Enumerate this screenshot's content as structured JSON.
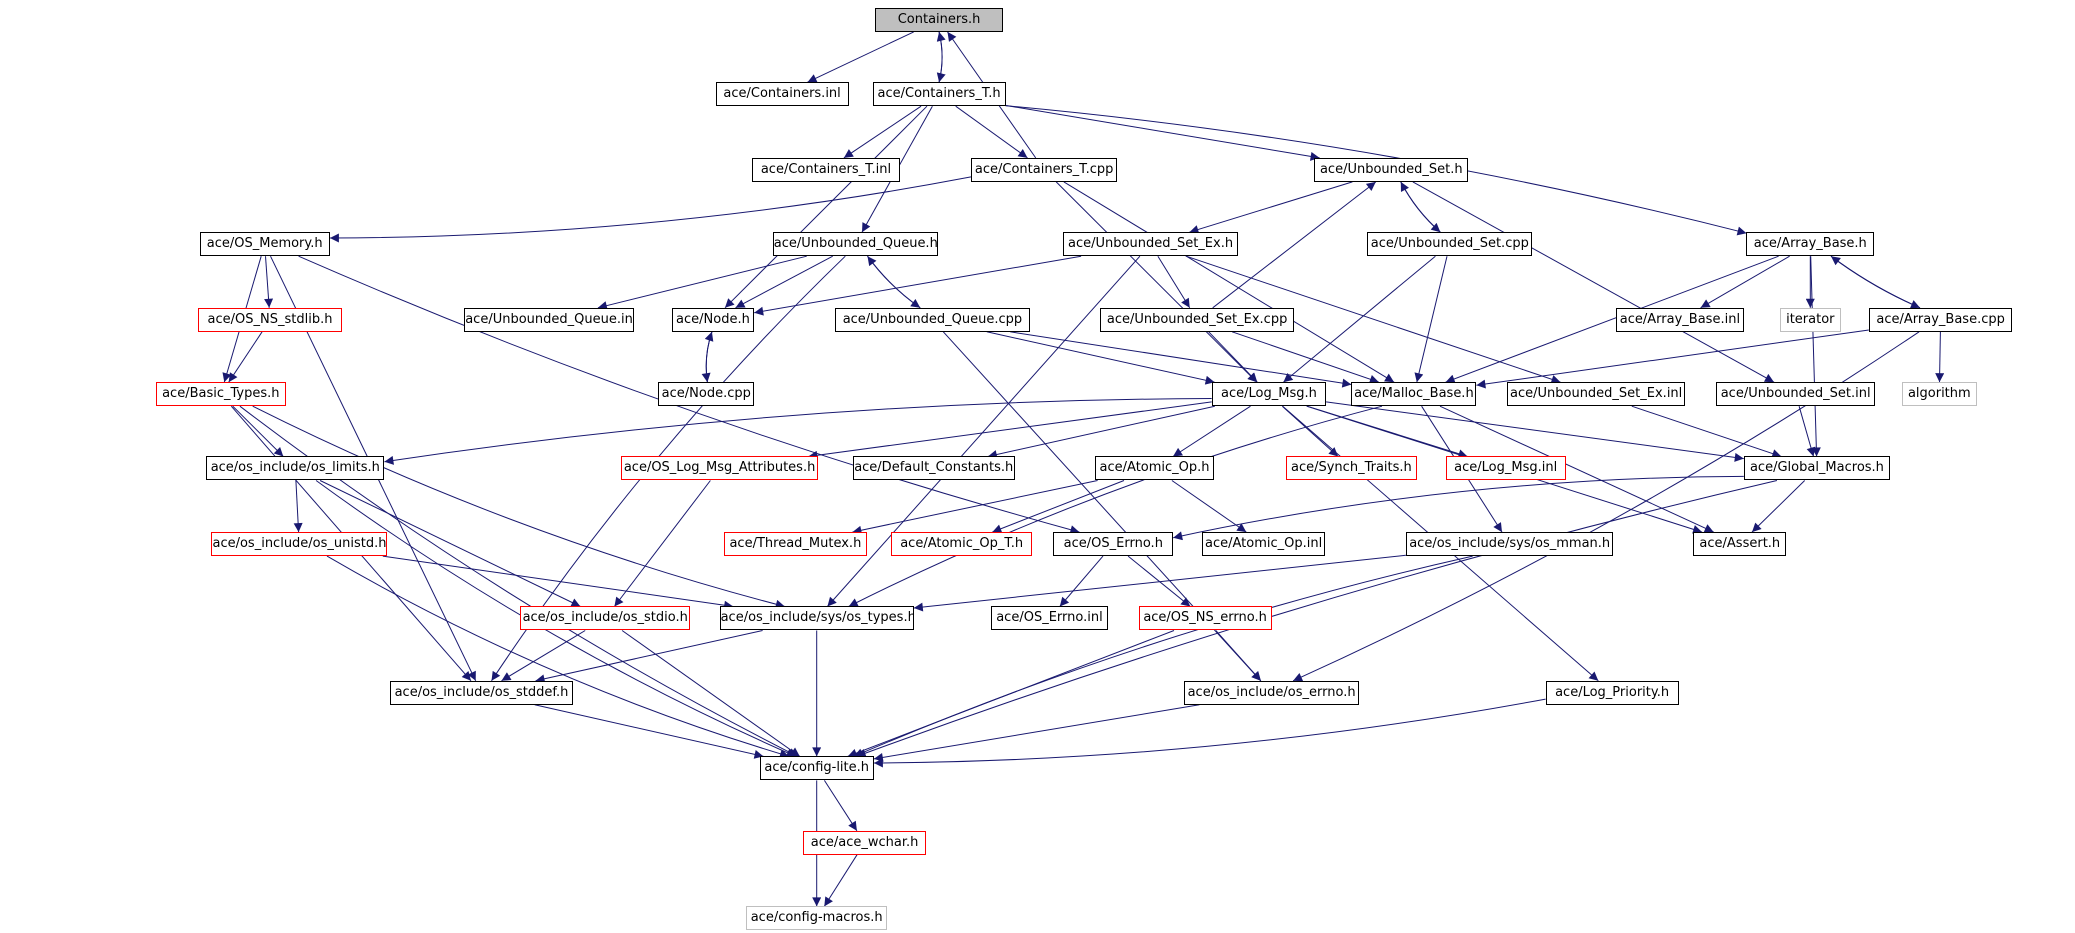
{
  "diagram": {
    "nodes": [
      {
        "id": "containers_h",
        "label": "Containers.h",
        "style": "root"
      },
      {
        "id": "containers_inl",
        "label": "ace/Containers.inl",
        "style": "black"
      },
      {
        "id": "containers_t_h",
        "label": "ace/Containers_T.h",
        "style": "black"
      },
      {
        "id": "containers_t_inl",
        "label": "ace/Containers_T.inl",
        "style": "black"
      },
      {
        "id": "containers_t_cpp",
        "label": "ace/Containers_T.cpp",
        "style": "black"
      },
      {
        "id": "unbounded_set_h",
        "label": "ace/Unbounded_Set.h",
        "style": "black"
      },
      {
        "id": "os_memory_h",
        "label": "ace/OS_Memory.h",
        "style": "black"
      },
      {
        "id": "unbounded_queue_h",
        "label": "ace/Unbounded_Queue.h",
        "style": "black"
      },
      {
        "id": "unbounded_set_ex_h",
        "label": "ace/Unbounded_Set_Ex.h",
        "style": "black"
      },
      {
        "id": "unbounded_set_cpp",
        "label": "ace/Unbounded_Set.cpp",
        "style": "black"
      },
      {
        "id": "array_base_h",
        "label": "ace/Array_Base.h",
        "style": "black"
      },
      {
        "id": "os_ns_stdlib_h",
        "label": "ace/OS_NS_stdlib.h",
        "style": "red"
      },
      {
        "id": "unbounded_queue_inl",
        "label": "ace/Unbounded_Queue.inl",
        "style": "black"
      },
      {
        "id": "node_h",
        "label": "ace/Node.h",
        "style": "black"
      },
      {
        "id": "unbounded_queue_cpp",
        "label": "ace/Unbounded_Queue.cpp",
        "style": "black"
      },
      {
        "id": "unbounded_set_ex_cpp",
        "label": "ace/Unbounded_Set_Ex.cpp",
        "style": "black"
      },
      {
        "id": "array_base_inl",
        "label": "ace/Array_Base.inl",
        "style": "black"
      },
      {
        "id": "iterator",
        "label": "iterator",
        "style": "gray"
      },
      {
        "id": "array_base_cpp",
        "label": "ace/Array_Base.cpp",
        "style": "black"
      },
      {
        "id": "basic_types_h",
        "label": "ace/Basic_Types.h",
        "style": "red"
      },
      {
        "id": "node_cpp",
        "label": "ace/Node.cpp",
        "style": "black"
      },
      {
        "id": "log_msg_h",
        "label": "ace/Log_Msg.h",
        "style": "black"
      },
      {
        "id": "malloc_base_h",
        "label": "ace/Malloc_Base.h",
        "style": "black"
      },
      {
        "id": "unbounded_set_ex_inl",
        "label": "ace/Unbounded_Set_Ex.inl",
        "style": "black"
      },
      {
        "id": "unbounded_set_inl",
        "label": "ace/Unbounded_Set.inl",
        "style": "black"
      },
      {
        "id": "algorithm",
        "label": "algorithm",
        "style": "gray"
      },
      {
        "id": "os_limits_h",
        "label": "ace/os_include/os_limits.h",
        "style": "black"
      },
      {
        "id": "os_log_msg_attributes_h",
        "label": "ace/OS_Log_Msg_Attributes.h",
        "style": "red"
      },
      {
        "id": "default_constants_h",
        "label": "ace/Default_Constants.h",
        "style": "black"
      },
      {
        "id": "atomic_op_h",
        "label": "ace/Atomic_Op.h",
        "style": "black"
      },
      {
        "id": "synch_traits_h",
        "label": "ace/Synch_Traits.h",
        "style": "red"
      },
      {
        "id": "log_msg_inl",
        "label": "ace/Log_Msg.inl",
        "style": "red"
      },
      {
        "id": "global_macros_h",
        "label": "ace/Global_Macros.h",
        "style": "black"
      },
      {
        "id": "os_unistd_h",
        "label": "ace/os_include/os_unistd.h",
        "style": "red"
      },
      {
        "id": "thread_mutex_h",
        "label": "ace/Thread_Mutex.h",
        "style": "red"
      },
      {
        "id": "atomic_op_t_h",
        "label": "ace/Atomic_Op_T.h",
        "style": "red"
      },
      {
        "id": "os_errno_ace_h",
        "label": "ace/OS_Errno.h",
        "style": "black"
      },
      {
        "id": "atomic_op_inl",
        "label": "ace/Atomic_Op.inl",
        "style": "black"
      },
      {
        "id": "os_mman_h",
        "label": "ace/os_include/sys/os_mman.h",
        "style": "black"
      },
      {
        "id": "assert_h",
        "label": "ace/Assert.h",
        "style": "black"
      },
      {
        "id": "os_stdio_h",
        "label": "ace/os_include/os_stdio.h",
        "style": "red"
      },
      {
        "id": "os_types_h",
        "label": "ace/os_include/sys/os_types.h",
        "style": "black"
      },
      {
        "id": "os_errno_inl",
        "label": "ace/OS_Errno.inl",
        "style": "black"
      },
      {
        "id": "os_ns_errno_h",
        "label": "ace/OS_NS_errno.h",
        "style": "red"
      },
      {
        "id": "os_stddef_h",
        "label": "ace/os_include/os_stddef.h",
        "style": "black"
      },
      {
        "id": "os_include_errno_h",
        "label": "ace/os_include/os_errno.h",
        "style": "black"
      },
      {
        "id": "log_priority_h",
        "label": "ace/Log_Priority.h",
        "style": "black"
      },
      {
        "id": "config_lite_h",
        "label": "ace/config-lite.h",
        "style": "black"
      },
      {
        "id": "ace_wchar_h",
        "label": "ace/ace_wchar.h",
        "style": "red"
      },
      {
        "id": "config_macros_h",
        "label": "ace/config-macros.h",
        "style": "gray"
      }
    ],
    "edges": [
      [
        "containers_h",
        "containers_inl"
      ],
      [
        "containers_h",
        "containers_t_h"
      ],
      [
        "containers_t_h",
        "containers_h"
      ],
      [
        "containers_t_h",
        "containers_t_inl"
      ],
      [
        "containers_t_h",
        "containers_t_cpp"
      ],
      [
        "containers_t_h",
        "unbounded_set_h"
      ],
      [
        "containers_t_h",
        "array_base_h"
      ],
      [
        "containers_t_h",
        "unbounded_queue_h"
      ],
      [
        "containers_t_h",
        "node_h"
      ],
      [
        "containers_t_cpp",
        "containers_h"
      ],
      [
        "containers_t_cpp",
        "os_memory_h"
      ],
      [
        "containers_t_cpp",
        "log_msg_h"
      ],
      [
        "containers_t_cpp",
        "malloc_base_h"
      ],
      [
        "os_memory_h",
        "os_ns_stdlib_h"
      ],
      [
        "os_memory_h",
        "basic_types_h"
      ],
      [
        "os_memory_h",
        "os_stddef_h"
      ],
      [
        "os_memory_h",
        "os_errno_ace_h"
      ],
      [
        "os_ns_stdlib_h",
        "basic_types_h"
      ],
      [
        "basic_types_h",
        "os_limits_h"
      ],
      [
        "basic_types_h",
        "os_types_h"
      ],
      [
        "basic_types_h",
        "os_stddef_h"
      ],
      [
        "basic_types_h",
        "config_lite_h"
      ],
      [
        "unbounded_queue_h",
        "node_h"
      ],
      [
        "unbounded_queue_h",
        "unbounded_queue_inl"
      ],
      [
        "unbounded_queue_h",
        "unbounded_queue_cpp"
      ],
      [
        "unbounded_queue_h",
        "os_stddef_h"
      ],
      [
        "unbounded_queue_cpp",
        "unbounded_queue_h"
      ],
      [
        "unbounded_queue_cpp",
        "malloc_base_h"
      ],
      [
        "unbounded_queue_cpp",
        "log_msg_h"
      ],
      [
        "unbounded_queue_cpp",
        "os_include_errno_h"
      ],
      [
        "node_h",
        "node_cpp"
      ],
      [
        "node_cpp",
        "node_h"
      ],
      [
        "unbounded_set_h",
        "unbounded_set_ex_h"
      ],
      [
        "unbounded_set_h",
        "unbounded_set_cpp"
      ],
      [
        "unbounded_set_h",
        "unbounded_set_inl"
      ],
      [
        "unbounded_set_cpp",
        "unbounded_set_h"
      ],
      [
        "unbounded_set_cpp",
        "malloc_base_h"
      ],
      [
        "unbounded_set_cpp",
        "log_msg_h"
      ],
      [
        "unbounded_set_ex_h",
        "node_h"
      ],
      [
        "unbounded_set_ex_h",
        "unbounded_set_ex_cpp"
      ],
      [
        "unbounded_set_ex_h",
        "unbounded_set_ex_inl"
      ],
      [
        "unbounded_set_ex_h",
        "os_types_h"
      ],
      [
        "unbounded_set_ex_cpp",
        "unbounded_set_h"
      ],
      [
        "unbounded_set_ex_cpp",
        "malloc_base_h"
      ],
      [
        "unbounded_set_ex_cpp",
        "log_msg_h"
      ],
      [
        "array_base_h",
        "array_base_inl"
      ],
      [
        "array_base_h",
        "iterator"
      ],
      [
        "array_base_h",
        "array_base_cpp"
      ],
      [
        "array_base_h",
        "malloc_base_h"
      ],
      [
        "array_base_h",
        "global_macros_h"
      ],
      [
        "array_base_cpp",
        "array_base_h"
      ],
      [
        "array_base_cpp",
        "algorithm"
      ],
      [
        "array_base_cpp",
        "malloc_base_h"
      ],
      [
        "array_base_cpp",
        "os_include_errno_h"
      ],
      [
        "log_msg_h",
        "os_limits_h"
      ],
      [
        "log_msg_h",
        "os_log_msg_attributes_h"
      ],
      [
        "log_msg_h",
        "default_constants_h"
      ],
      [
        "log_msg_h",
        "atomic_op_h"
      ],
      [
        "log_msg_h",
        "synch_traits_h"
      ],
      [
        "log_msg_h",
        "log_msg_inl"
      ],
      [
        "log_msg_h",
        "global_macros_h"
      ],
      [
        "log_msg_h",
        "assert_h"
      ],
      [
        "log_msg_h",
        "log_priority_h"
      ],
      [
        "malloc_base_h",
        "os_types_h"
      ],
      [
        "malloc_base_h",
        "os_mman_h"
      ],
      [
        "malloc_base_h",
        "assert_h"
      ],
      [
        "unbounded_set_ex_inl",
        "global_macros_h"
      ],
      [
        "unbounded_set_inl",
        "global_macros_h"
      ],
      [
        "os_limits_h",
        "os_unistd_h"
      ],
      [
        "os_limits_h",
        "os_stdio_h"
      ],
      [
        "os_limits_h",
        "config_lite_h"
      ],
      [
        "os_log_msg_attributes_h",
        "os_stdio_h"
      ],
      [
        "atomic_op_h",
        "thread_mutex_h"
      ],
      [
        "atomic_op_h",
        "atomic_op_t_h"
      ],
      [
        "atomic_op_h",
        "atomic_op_inl"
      ],
      [
        "global_macros_h",
        "assert_h"
      ],
      [
        "global_macros_h",
        "os_errno_ace_h"
      ],
      [
        "global_macros_h",
        "config_lite_h"
      ],
      [
        "os_unistd_h",
        "os_types_h"
      ],
      [
        "os_unistd_h",
        "config_lite_h"
      ],
      [
        "os_errno_ace_h",
        "os_errno_inl"
      ],
      [
        "os_errno_ace_h",
        "os_ns_errno_h"
      ],
      [
        "os_mman_h",
        "os_types_h"
      ],
      [
        "os_mman_h",
        "config_lite_h"
      ],
      [
        "os_stdio_h",
        "os_stddef_h"
      ],
      [
        "os_stdio_h",
        "config_lite_h"
      ],
      [
        "os_types_h",
        "os_stddef_h"
      ],
      [
        "os_types_h",
        "config_lite_h"
      ],
      [
        "os_ns_errno_h",
        "os_include_errno_h"
      ],
      [
        "os_ns_errno_h",
        "config_lite_h"
      ],
      [
        "os_stddef_h",
        "config_lite_h"
      ],
      [
        "os_include_errno_h",
        "config_lite_h"
      ],
      [
        "log_priority_h",
        "config_lite_h"
      ],
      [
        "config_lite_h",
        "ace_wchar_h"
      ],
      [
        "config_lite_h",
        "config_macros_h"
      ],
      [
        "ace_wchar_h",
        "config_macros_h"
      ]
    ],
    "colors": {
      "edge": "#191970",
      "node_border": "#000000",
      "incomplete_border": "#ff0000",
      "external_border": "#bfbfbf",
      "root_fill": "#bfbfbf"
    }
  }
}
